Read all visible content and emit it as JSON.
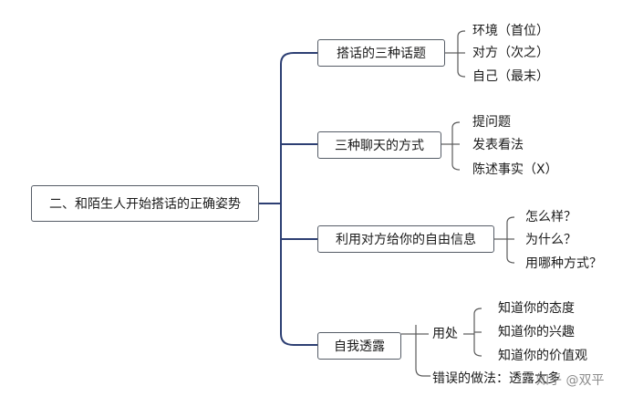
{
  "root": {
    "label": "二、和陌生人开始搭话的正确姿势"
  },
  "branches": [
    {
      "label": "搭话的三种话题",
      "children": [
        "环境（首位）",
        "对方（次之）",
        "自己（最末）"
      ]
    },
    {
      "label": "三种聊天的方式",
      "children": [
        "提问题",
        "发表看法",
        "陈述事实（X）"
      ]
    },
    {
      "label": "利用对方给你的自由信息",
      "children": [
        "怎么样？",
        "为什么？",
        "用哪种方式？"
      ]
    },
    {
      "label": "自我透露",
      "sub": {
        "label": "用处",
        "children": [
          "知道你的态度",
          "知道你的兴趣",
          "知道你的价值观"
        ]
      },
      "wrong": "错误的做法：透露太多"
    }
  ],
  "watermark": "知乎 @双平",
  "colors": {
    "connector": "#2d3f73",
    "box_border": "#555c66",
    "bracket": "#5a5a5a"
  }
}
